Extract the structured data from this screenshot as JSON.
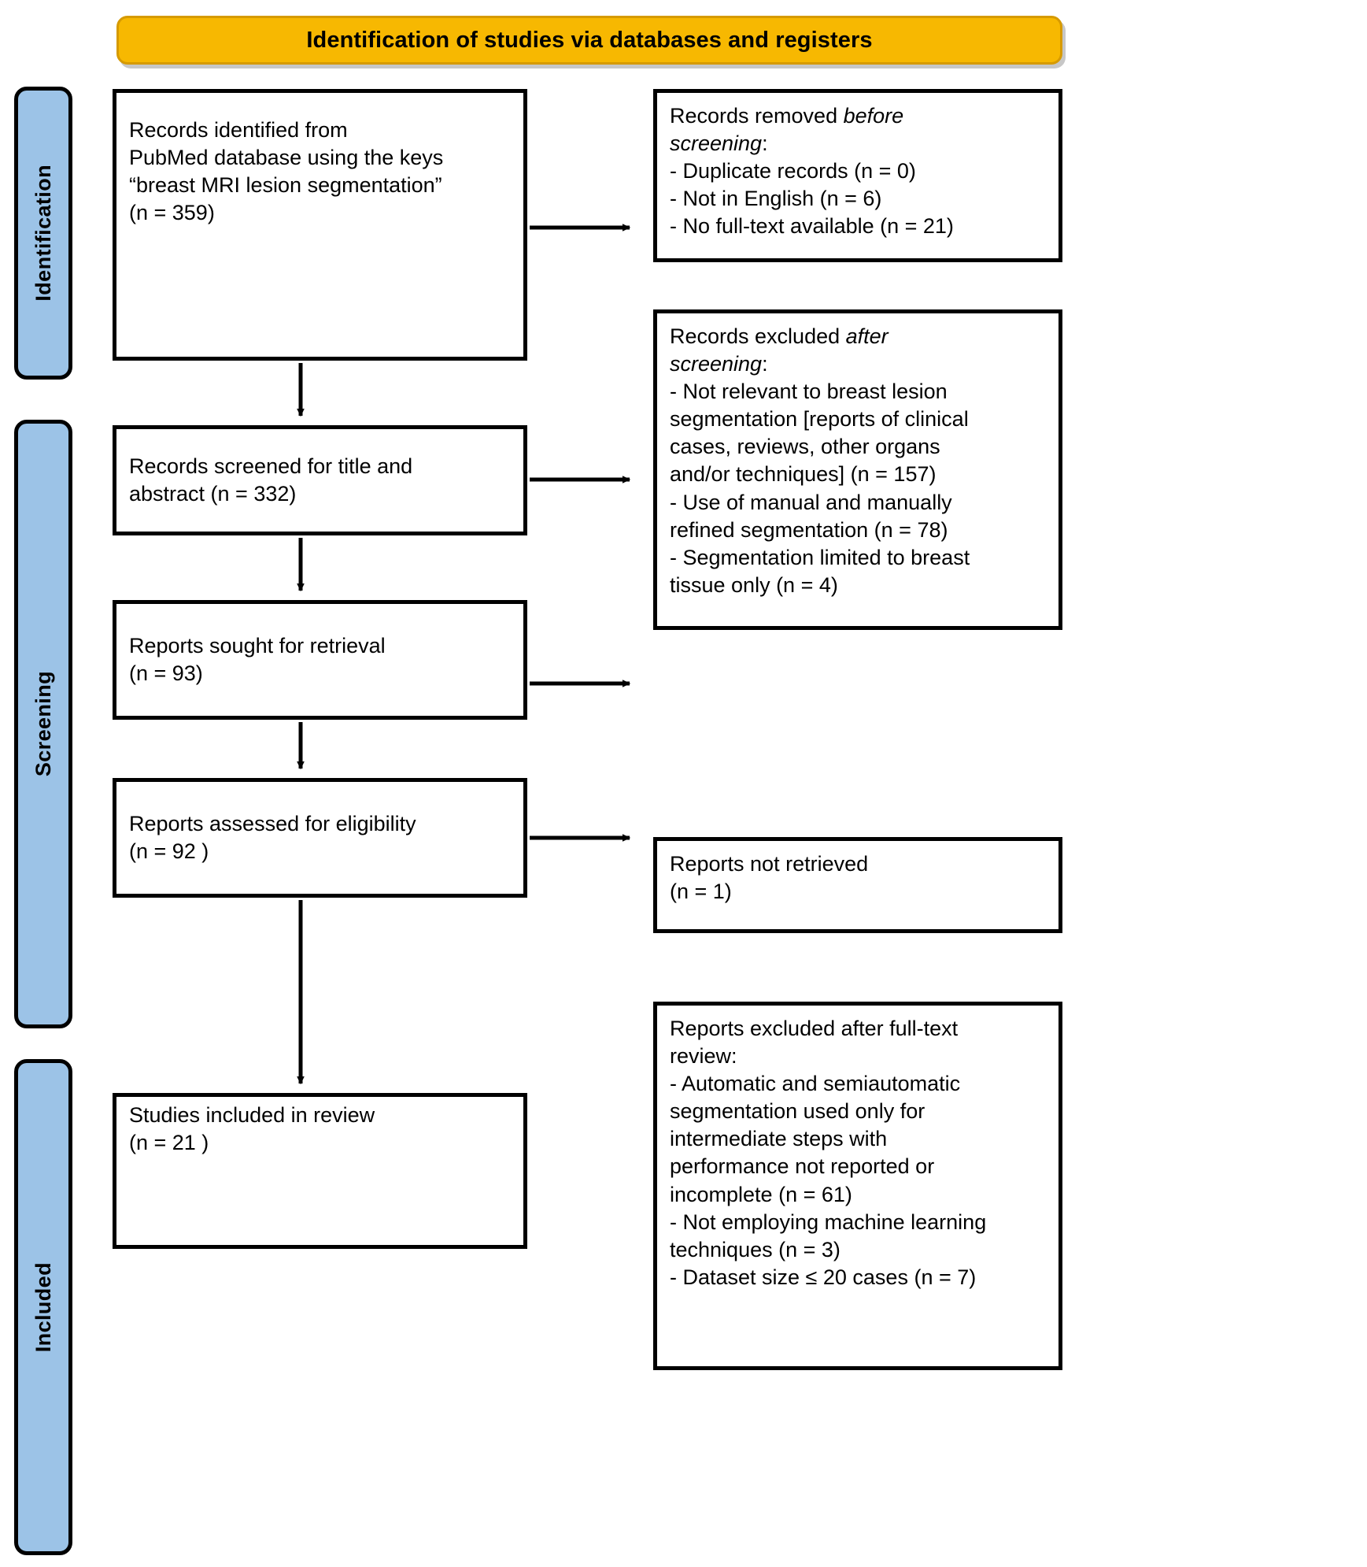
{
  "header": {
    "title": "Identification of studies via databases and registers",
    "fill": "#F7B801",
    "border": "#D69A00"
  },
  "stage_labels": [
    {
      "name": "identification",
      "text": "Identification"
    },
    {
      "name": "screening",
      "text": "Screening"
    },
    {
      "name": "included",
      "text": "Included"
    }
  ],
  "stage_label_color": "#9CC3E7",
  "boxes": {
    "identified": "Records identified from\nPubMed database using the keys\n“breast MRI lesion segmentation”\n(n = 359)",
    "screened": "Records screened for title and\nabstract (n = 332)",
    "sought": "Reports sought for retrieval\n(n = 93)",
    "assessed": "Reports assessed for eligibility\n(n = 92 )",
    "included": "Studies included in review\n(n = 21 )",
    "removed_head_normal": "Records removed ",
    "removed_head_italic": "before",
    "removed_head_italic2": "screening",
    "removed_body": ":\n- Duplicate records  (n = 0)\n- Not in English (n = 6)\n- No full-text available (n = 21)",
    "excluded_screening_head_normal": "Records excluded ",
    "excluded_screening_head_italic": "after",
    "excluded_screening_head_italic2": "screening",
    "excluded_screening_body": ":\n- Not relevant to breast lesion\nsegmentation [reports of clinical\ncases, reviews, other organs\nand/or techniques] (n = 157)\n- Use of manual and manually\nrefined segmentation (n = 78)\n- Segmentation limited to breast\n tissue only (n = 4)",
    "not_retrieved": "Reports not retrieved\n(n = 1)",
    "excluded_fulltext": "Reports excluded after full-text\nreview:\n- Automatic and semiautomatic\nsegmentation used only for\nintermediate steps with\nperformance not reported or\nincomplete (n = 61)\n- Not employing machine learning\n techniques (n = 3)\n- Dataset size ≤  20 cases (n = 7)"
  },
  "flow": {
    "counts": {
      "identified": 359,
      "duplicates_removed": 0,
      "not_in_english": 6,
      "no_fulltext": 21,
      "screened": 332,
      "excluded_not_relevant": 157,
      "excluded_manual": 78,
      "excluded_breast_tissue_only": 4,
      "sought_for_retrieval": 93,
      "not_retrieved": 1,
      "assessed_for_eligibility": 92,
      "excluded_intermediate_steps": 61,
      "excluded_no_ml": 3,
      "excluded_small_dataset": 7,
      "included_in_review": 21
    }
  }
}
